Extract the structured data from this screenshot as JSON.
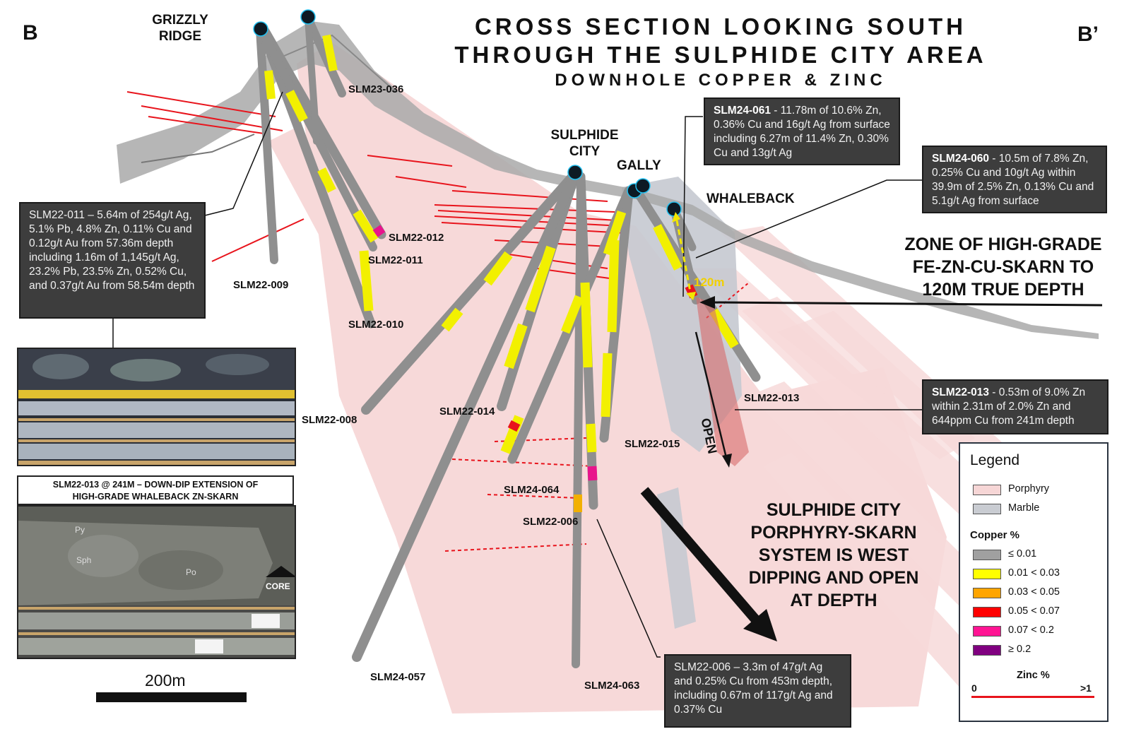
{
  "title": {
    "line1": "CROSS SECTION LOOKING SOUTH",
    "line2": "THROUGH THE SULPHIDE CITY AREA",
    "line3": "DOWNHOLE COPPER & ZINC"
  },
  "corners": {
    "left": "B",
    "right": "B’"
  },
  "places": {
    "grizzly_line1": "GRIZZLY",
    "grizzly_line2": "RIDGE",
    "sulphide_line1": "SULPHIDE",
    "sulphide_line2": "CITY",
    "gally": "GALLY",
    "whaleback": "WHALEBACK"
  },
  "holes": {
    "slm23_036": "SLM23-036",
    "slm22_012": "SLM22-012",
    "slm22_011": "SLM22-011",
    "slm22_009": "SLM22-009",
    "slm22_010": "SLM22-010",
    "slm22_008": "SLM22-008",
    "slm22_014": "SLM22-014",
    "slm22_015": "SLM22-015",
    "slm24_064": "SLM24-064",
    "slm22_006": "SLM22-006",
    "slm24_057": "SLM24-057",
    "slm24_063": "SLM24-063",
    "slm22_013": "SLM22-013"
  },
  "annotations": {
    "slm24_061": {
      "id": "SLM24-061",
      "text": " - 11.78m of 10.6% Zn, 0.36% Cu and 16g/t Ag from surface including 6.27m of 11.4% Zn, 0.30% Cu and 13g/t Ag"
    },
    "slm24_060": {
      "id": "SLM24-060",
      "text": " - 10.5m of 7.8% Zn, 0.25% Cu and 10g/t Ag within 39.9m of 2.5% Zn, 0.13% Cu and 5.1g/t Ag from surface"
    },
    "slm22_011": {
      "text": "SLM22-011 – 5.64m of 254g/t Ag, 5.1% Pb, 4.8% Zn, 0.11% Cu and 0.12g/t Au from 57.36m depth including 1.16m of 1,145g/t Ag, 23.2% Pb, 23.5% Zn, 0.52% Cu, and 0.37g/t Au from 58.54m depth"
    },
    "slm22_013": {
      "id": "SLM22-013",
      "text": " - 0.53m of 9.0% Zn within 2.31m of 2.0% Zn and 644ppm Cu from 241m depth"
    },
    "slm22_006": {
      "text": "SLM22-006 – 3.3m of  47g/t Ag and 0.25% Cu from 453m depth, including 0.67m of 117g/t Ag and 0.37% Cu"
    }
  },
  "zone": {
    "line1": "ZONE OF HIGH-GRADE",
    "line2": "FE-ZN-CU-SKARN TO",
    "line3": "120M TRUE DEPTH"
  },
  "depth_label": "120m",
  "open_label": "OPEN",
  "system": {
    "line1": "SULPHIDE CITY",
    "line2": "PORPHYRY-SKARN",
    "line3": "SYSTEM IS WEST",
    "line4": "DIPPING AND OPEN",
    "line5": "AT DEPTH"
  },
  "photo_caption": {
    "line1": "SLM22-013 @ 241M – DOWN-DIP EXTENSION OF",
    "line2": "HIGH-GRADE WHALEBACK ZN-SKARN"
  },
  "photo_marks": {
    "py": "Py",
    "sph": "Sph",
    "po": "Po",
    "logo": "CORE"
  },
  "scale": {
    "label": "200m"
  },
  "legend": {
    "title": "Legend",
    "rock_items": [
      {
        "label": "Porphyry",
        "color": "#f6d6d6"
      },
      {
        "label": "Marble",
        "color": "#c9ccd2"
      }
    ],
    "copper_title": "Copper %",
    "copper_items": [
      {
        "label": "≤ 0.01",
        "color": "#a0a0a0"
      },
      {
        "label": "0.01 < 0.03",
        "color": "#ffff00"
      },
      {
        "label": "0.03 < 0.05",
        "color": "#ffa500"
      },
      {
        "label": "0.05 < 0.07",
        "color": "#ff0000"
      },
      {
        "label": "0.07 < 0.2",
        "color": "#ff1493"
      },
      {
        "label": "≥ 0.2",
        "color": "#800080"
      }
    ],
    "zinc_title": "Zinc %",
    "zinc_min": "0",
    "zinc_max": ">1"
  },
  "colors": {
    "porphyry": "#f6d6d6",
    "marble": "#c9ccd2",
    "surface": "#a9a9a9",
    "zinc": "#e8141c",
    "hole": "#9a9a9a",
    "box": "#3d3d3d"
  }
}
